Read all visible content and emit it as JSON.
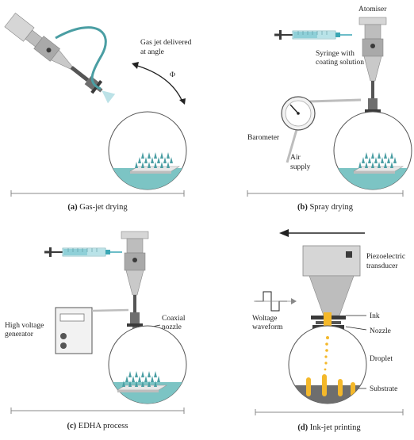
{
  "colors": {
    "teal": "#7cc4c4",
    "teal_dark": "#4a9ea3",
    "gray_dark": "#6e6e6e",
    "gray_mid": "#a9a9a9",
    "gray_light": "#d6d6d6",
    "dark": "#3a3a3a",
    "yellow": "#f4b82a",
    "syringe_liquid": "#8fd0d8",
    "needle_blue": "#3aa7b5"
  },
  "panel_a": {
    "label_gas_jet_line1": "Gas jet delivered",
    "label_gas_jet_line2": "at angle",
    "angle_symbol": "Φ",
    "caption_prefix": "(a)",
    "caption_text": "Gas-jet drying"
  },
  "panel_b": {
    "label_atomiser": "Atomiser",
    "label_syringe_line1": "Syringe with",
    "label_syringe_line2": "coating solution",
    "label_barometer": "Barometer",
    "label_air_line1": "Air",
    "label_air_line2": "supply",
    "caption_prefix": "(b)",
    "caption_text": "Spray drying"
  },
  "panel_c": {
    "label_hv_line1": "High voltage",
    "label_hv_line2": "generator",
    "label_coaxial_line1": "Coaxial",
    "label_coaxial_line2": "nozzle",
    "caption_prefix": "(c)",
    "caption_text": "EDHA process"
  },
  "panel_d": {
    "label_piezo_line1": "Piezoelectric",
    "label_piezo_line2": "transducer",
    "label_voltage_line1": "Woltage",
    "label_voltage_line2": "waveform",
    "label_ink": "Ink",
    "label_nozzle": "Nozzle",
    "label_droplet": "Droplet",
    "label_substrate": "Substrate",
    "caption_prefix": "(d)",
    "caption_text": "Ink-jet printing"
  }
}
